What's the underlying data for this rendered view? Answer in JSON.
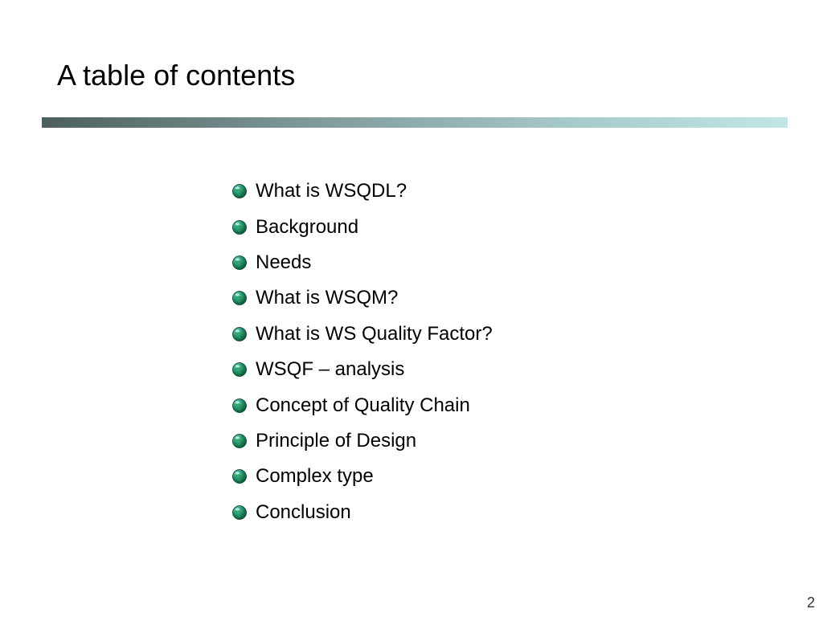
{
  "slide": {
    "title": "A table of contents",
    "page_number": "2",
    "bullet_icon": "globe-bullet-icon",
    "colors": {
      "rule_start": "#4c5f5e",
      "rule_end": "#c2e6e6",
      "bullet_dark": "#0b5e3a",
      "bullet_light": "#6fd8c8"
    }
  },
  "toc": {
    "items": [
      {
        "label": "What is WSQDL?"
      },
      {
        "label": "Background"
      },
      {
        "label": "Needs"
      },
      {
        "label": "What is WSQM?"
      },
      {
        "label": "What is WS Quality Factor?"
      },
      {
        "label": "WSQF – analysis"
      },
      {
        "label": "Concept of Quality Chain"
      },
      {
        "label": "Principle of Design"
      },
      {
        "label": "Complex type"
      },
      {
        "label": "Conclusion"
      }
    ]
  }
}
